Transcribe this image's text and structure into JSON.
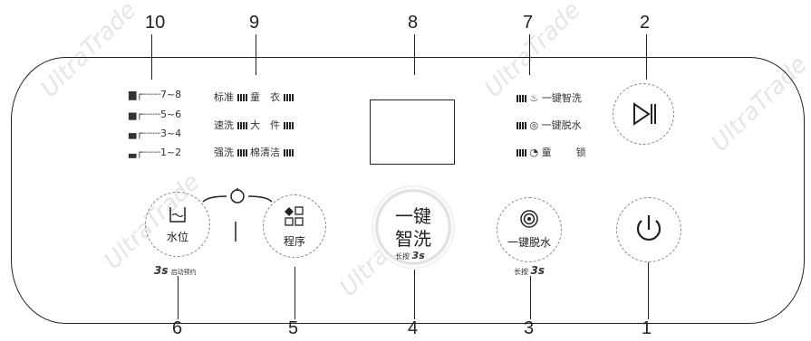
{
  "callouts": [
    "10",
    "9",
    "8",
    "7",
    "2",
    "6",
    "5",
    "4",
    "3",
    "1"
  ],
  "water_levels": [
    "7~8",
    "5~6",
    "3~4",
    "1~2"
  ],
  "programs": {
    "row1": [
      "标准",
      "童　衣"
    ],
    "row2": [
      "速洗",
      "大　件"
    ],
    "row3": [
      "强洗",
      "棉清洁"
    ]
  },
  "functions": [
    "一键智洗",
    "一键脱水",
    "童　锁"
  ],
  "buttons": {
    "water_level": "水位",
    "water_level_hint_big": "3s",
    "water_level_hint_small": "启动预约",
    "program": "程序",
    "smart_wash_line1": "一键",
    "smart_wash_line2": "智洗",
    "smart_wash_hint_small": "长按",
    "smart_wash_hint_big": "3s",
    "spin": "一键脱水",
    "spin_hint_small": "长按",
    "spin_hint_big": "3s"
  },
  "watermark": "UltraTrade"
}
